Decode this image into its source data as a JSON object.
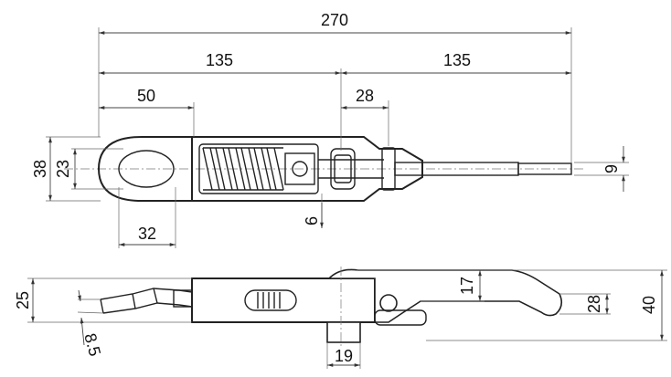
{
  "dimensions": {
    "overall_length": "270",
    "half_left": "135",
    "half_right": "135",
    "eye_to_body": "50",
    "pivot_offset": "28",
    "eye_outer_height": "38",
    "eye_inner_height": "23",
    "eye_width": "32",
    "rod_offset": "6",
    "rod_diameter": "9",
    "side_height": "25",
    "hook_angle": "8.5",
    "lever_rise": "17",
    "lever_height": "28",
    "total_height": "40",
    "base_width": "19"
  }
}
